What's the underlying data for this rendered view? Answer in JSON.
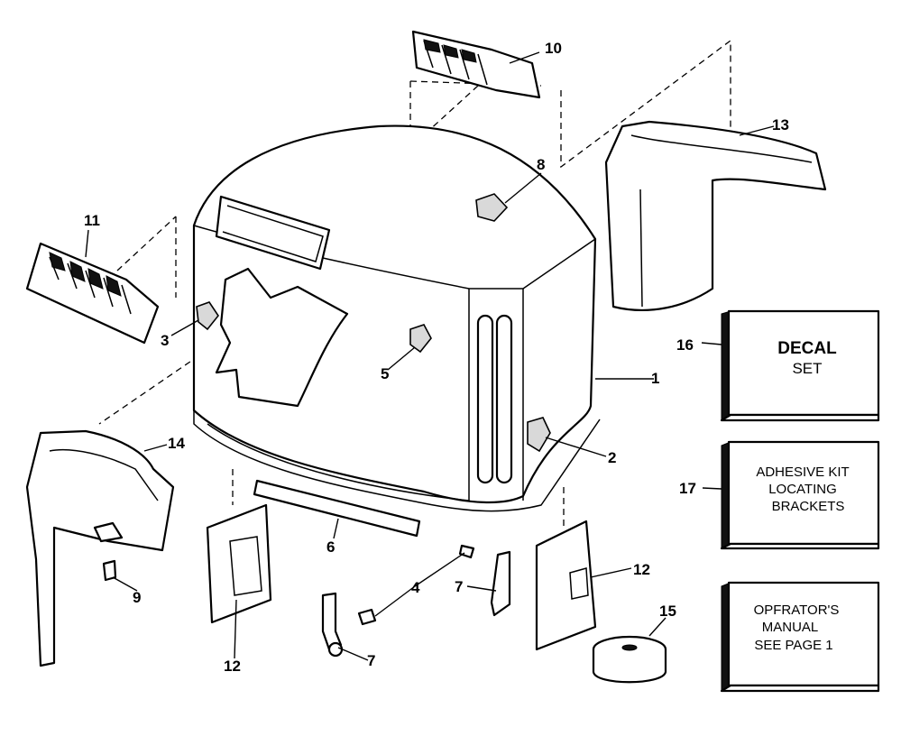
{
  "callouts": [
    "1",
    "2",
    "3",
    "4",
    "5",
    "6",
    "7",
    "7",
    "8",
    "9",
    "10",
    "11",
    "12",
    "12",
    "13",
    "14",
    "15",
    "16",
    "17"
  ],
  "boxes": {
    "decal": [
      "DECAL",
      "SET"
    ],
    "adhesive": [
      "ADHESIVE KIT",
      "LOCATING",
      "BRACKETS"
    ],
    "manual": [
      "OPFRATOR'S",
      "MANUAL",
      "SEE PAGE 1"
    ]
  }
}
